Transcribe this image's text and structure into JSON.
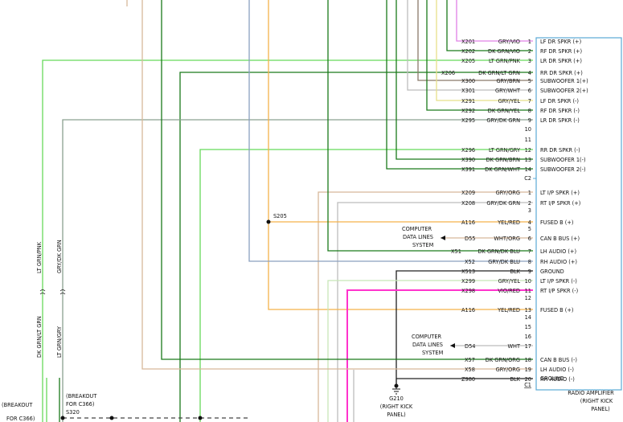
{
  "colors": {
    "frame": "#5aa9d6",
    "black": "#202020",
    "gray": "#8a8a8a",
    "dkgreen": "#1a7a1a",
    "ltgreen": "#66d95a",
    "violet": "#e080e6",
    "pink": "#ff33cc",
    "orange": "#f5b24a",
    "tan": "#d7b89a",
    "ltgray": "#bcbcbc",
    "slate": "#8aa0bf",
    "paleyellow": "#e8e08a",
    "grayyellow": "#c9c07a",
    "dkbrown": "#5a4a20",
    "palegreen": "#c8e6b8"
  },
  "module": {
    "label_line1": "RADIO AMPLIFIER",
    "label_line2": "(RIGHT KICK",
    "label_line3": "PANEL)",
    "connector_c2": "C2",
    "connector_c1": "C1"
  },
  "c2_pins": [
    {
      "pin": "1",
      "circuit": "X201",
      "color": "GRY/VIO",
      "function": "LF DR SPKR (+)"
    },
    {
      "pin": "2",
      "circuit": "X202",
      "color": "DK GRN/VIO",
      "function": "RF DR SPKR (+)"
    },
    {
      "pin": "3",
      "circuit": "X205",
      "color": "LT GRN/PNK",
      "function": "LR DR SPKR (+)"
    },
    {
      "pin": "4",
      "circuit": "X206",
      "color": "DK GRN/LT GRN",
      "function": "RR DR SPKR (+)"
    },
    {
      "pin": "5",
      "circuit": "X300",
      "color": "GRY/BRN",
      "function": "SUBWOOFER 1(+)"
    },
    {
      "pin": "6",
      "circuit": "X301",
      "color": "GRY/WHT",
      "function": "SUBWOOFER 2(+)"
    },
    {
      "pin": "7",
      "circuit": "X291",
      "color": "GRY/YEL",
      "function": "LF DR SPKR (-)"
    },
    {
      "pin": "8",
      "circuit": "X292",
      "color": "DK GRN/YEL",
      "function": "RF DR SPKR (-)"
    },
    {
      "pin": "9",
      "circuit": "X295",
      "color": "GRY/DK GRN",
      "function": "LR DR SPKR (-)"
    },
    {
      "pin": "10",
      "circuit": "",
      "color": "",
      "function": ""
    },
    {
      "pin": "11",
      "circuit": "",
      "color": "",
      "function": ""
    },
    {
      "pin": "12",
      "circuit": "X296",
      "color": "LT GRN/GRY",
      "function": "RR DR SPKR (-)"
    },
    {
      "pin": "13",
      "circuit": "X390",
      "color": "DK GRN/BRN",
      "function": "SUBWOOFER 1(-)"
    },
    {
      "pin": "14",
      "circuit": "X391",
      "color": "DK GRN/WHT",
      "function": "SUBWOOFER 2(-)"
    }
  ],
  "c1_pins": [
    {
      "pin": "1",
      "circuit": "X209",
      "color": "GRY/ORG",
      "function": "LT I/P SPKR (+)"
    },
    {
      "pin": "2",
      "circuit": "X208",
      "color": "GRY/DK GRN",
      "function": "RT I/P SPKR (+)"
    },
    {
      "pin": "3",
      "circuit": "",
      "color": "",
      "function": ""
    },
    {
      "pin": "4",
      "circuit": "A116",
      "color": "YEL/RED",
      "function": "FUSED B (+)"
    },
    {
      "pin": "5",
      "circuit": "",
      "color": "",
      "function": ""
    },
    {
      "pin": "6",
      "circuit": "D55",
      "color": "WHT/ORG",
      "function": "CAN B BUS (+)"
    },
    {
      "pin": "7",
      "circuit": "X51",
      "color": "DK GRN/DK BLU",
      "function": "LH AUDIO (+)"
    },
    {
      "pin": "8",
      "circuit": "X52",
      "color": "GRY/DK BLU",
      "function": "RH AUDIO (+)"
    },
    {
      "pin": "9",
      "circuit": "X513",
      "color": "BLK",
      "function": "GROUND"
    },
    {
      "pin": "10",
      "circuit": "X299",
      "color": "GRY/YEL",
      "function": "LT I/P SPKR (-)"
    },
    {
      "pin": "11",
      "circuit": "X298",
      "color": "VIO/RED",
      "function": "RT I/P SPKR (-)"
    },
    {
      "pin": "12",
      "circuit": "",
      "color": "",
      "function": ""
    },
    {
      "pin": "13",
      "circuit": "A116",
      "color": "YEL/RED",
      "function": "FUSED B (+)"
    },
    {
      "pin": "14",
      "circuit": "",
      "color": "",
      "function": ""
    },
    {
      "pin": "15",
      "circuit": "",
      "color": "",
      "function": ""
    },
    {
      "pin": "16",
      "circuit": "",
      "color": "",
      "function": ""
    },
    {
      "pin": "17",
      "circuit": "D54",
      "color": "WHT",
      "function": ""
    },
    {
      "pin": "18",
      "circuit": "X57",
      "color": "DK GRN/ORG",
      "function": "CAN B BUS (-)"
    },
    {
      "pin": "19",
      "circuit": "X58",
      "color": "GRY/ORG",
      "function": "LH AUDIO (-)"
    },
    {
      "pin": "20",
      "circuit": "Z980",
      "color": "BLK",
      "function": "RH AUDIO (-)"
    }
  ],
  "c1_extra_function": "GROUND",
  "splice_s205": "S205",
  "data_lines_1": [
    "COMPUTER",
    "DATA LINES",
    "SYSTEM"
  ],
  "data_lines_2": [
    "COMPUTER",
    "DATA LINES",
    "SYSTEM"
  ],
  "ground": {
    "name": "G210",
    "line2": "(RIGHT KICK",
    "line3": "PANEL)"
  },
  "vertical_wire_labels": {
    "lt_grn_pnk": "LT GRN/PNK",
    "gry_dk_grn": "GRY/DK GRN",
    "dk_grn_lt_grn": "DK GRN/LT GRN",
    "lt_grn_gry": "LT GRN/GRY"
  },
  "breakout_1": [
    "(BREAKOUT",
    "FOR C366)"
  ],
  "breakout_2": [
    "(BREAKOUT",
    "FOR C366)",
    "S320"
  ]
}
